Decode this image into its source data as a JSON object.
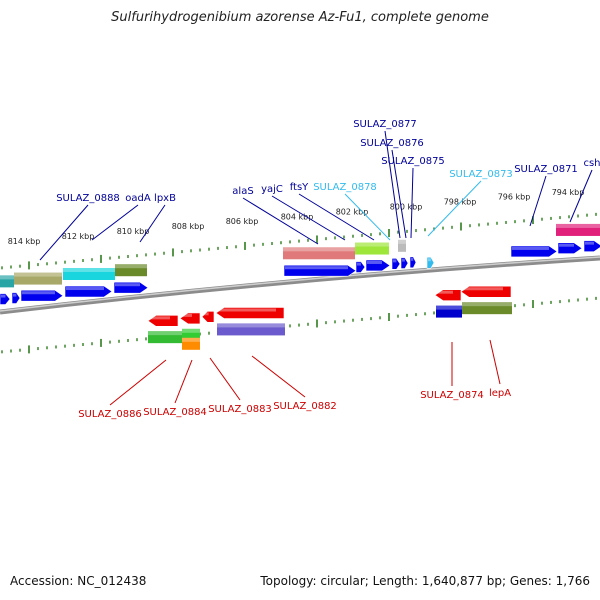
{
  "title": "Sulfurihydrogenibium azorense Az-Fu1, complete genome",
  "footer": {
    "accession": "Accession: NC_012438",
    "summary": "Topology: circular; Length: 1,640,877 bp; Genes: 1,766"
  },
  "colors": {
    "background": "#ffffff",
    "backbone": "#8c8c8c",
    "tick": "#2e7d1e",
    "cds_forward": "#0000ee",
    "cds_reverse": "#ee0000",
    "label_forward": "#000099",
    "label_reverse": "#cc0000",
    "label_rna": "#33bbee"
  },
  "scale_labels": [
    "814 kbp",
    "812 kbp",
    "810 kbp",
    "808 kbp",
    "806 kbp",
    "804 kbp",
    "802 kbp",
    "800 kbp",
    "798 kbp",
    "796 kbp",
    "794 kbp"
  ],
  "forward_labels": [
    "SULAZ_0888",
    "oadA",
    "lpxB",
    "alaS",
    "yajC",
    "ftsY",
    "SULAZ_0878",
    "SULAZ_0877",
    "SULAZ_0876",
    "SULAZ_0875",
    "SULAZ_0873",
    "SULAZ_0871",
    "csh"
  ],
  "reverse_labels": [
    "SULAZ_0886",
    "SULAZ_0884",
    "SULAZ_0883",
    "SULAZ_0882",
    "SULAZ_0874",
    "lepA"
  ]
}
